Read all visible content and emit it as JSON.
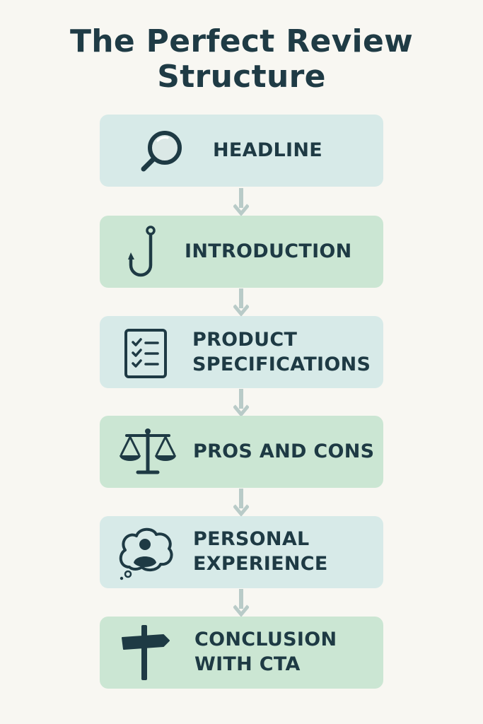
{
  "title": {
    "line1": "The Perfect Review",
    "line2": "Structure"
  },
  "colors": {
    "background": "#f8f7f2",
    "box_blue": "#d7eae8",
    "box_green": "#cbe6d3",
    "text": "#1e3a44",
    "arrow": "#b9cbc8"
  },
  "steps": [
    {
      "icon": "magnifying-glass-icon",
      "line1": "HEADLINE",
      "line2": ""
    },
    {
      "icon": "fish-hook-icon",
      "line1": "INTRODUCTION",
      "line2": ""
    },
    {
      "icon": "checklist-icon",
      "line1": "PRODUCT",
      "line2": "SPECIFICATIONS"
    },
    {
      "icon": "balance-scale-icon",
      "line1": "PROS AND CONS",
      "line2": ""
    },
    {
      "icon": "thought-bubble-person-icon",
      "line1": "PERSONAL",
      "line2": "EXPERIENCE"
    },
    {
      "icon": "signpost-icon",
      "line1": "CONCLUSION",
      "line2": "WITH CTA"
    }
  ]
}
